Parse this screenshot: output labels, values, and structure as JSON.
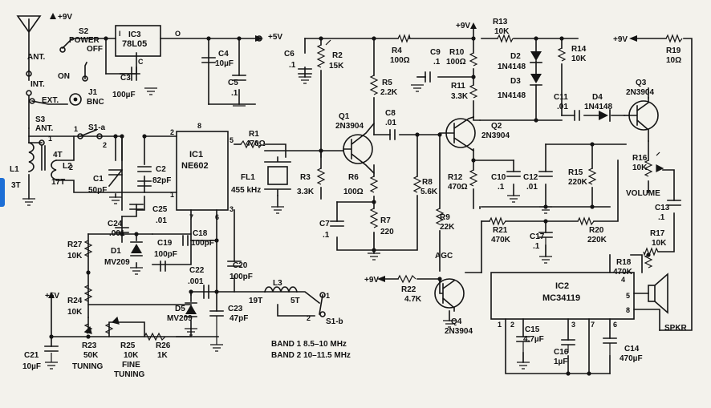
{
  "supply": {
    "vin": "+9V",
    "v5": "+5V"
  },
  "antenna": {
    "ant": "ANT.",
    "int": "INT.",
    "ext": "EXT.",
    "s3": "S3",
    "s3ant": "ANT."
  },
  "power": {
    "s2": "S2",
    "power": "POWER",
    "off": "OFF",
    "on": "ON",
    "j1": "J1",
    "bnc": "BNC"
  },
  "ic3": {
    "ref": "IC3",
    "part": "78L05",
    "pin_i": "I",
    "pin_o": "O",
    "pin_c": "C"
  },
  "ic1": {
    "ref": "IC1",
    "part": "NE602",
    "pins": [
      "8",
      "2",
      "1",
      "5",
      "7",
      "6",
      "3"
    ]
  },
  "ic2": {
    "ref": "IC2",
    "part": "MC34119",
    "pins": [
      "4",
      "5",
      "8",
      "1",
      "2",
      "3",
      "7",
      "6"
    ]
  },
  "coils": {
    "l1": "L1",
    "l1turns": "3T",
    "l2": "L2",
    "l2turns": "4T",
    "l2turns2": "17T",
    "l3": "L3",
    "l3a": "19T",
    "l3b": "5T"
  },
  "switches": {
    "s1a": "S1-a",
    "s1b": "S1-b",
    "s1a_pins": [
      "1",
      "2"
    ],
    "s1b_pins": [
      "1",
      "2"
    ],
    "l1pins": [
      "1",
      "2"
    ]
  },
  "filter": {
    "ref": "FL1",
    "freq": "455 kHz"
  },
  "transistors": [
    {
      "ref": "Q1",
      "part": "2N3904"
    },
    {
      "ref": "Q2",
      "part": "2N3904"
    },
    {
      "ref": "Q3",
      "part": "2N3904"
    },
    {
      "ref": "Q4",
      "part": "2N3904"
    }
  ],
  "diodes": [
    {
      "ref": "D1",
      "part": "MV209"
    },
    {
      "ref": "D2",
      "part": "1N4148"
    },
    {
      "ref": "D3",
      "part": "1N4148"
    },
    {
      "ref": "D4",
      "part": "1N4148"
    },
    {
      "ref": "D5",
      "part": "MV209"
    }
  ],
  "capacitors": {
    "C1": {
      "ref": "C1",
      "val": "50pF"
    },
    "C2": {
      "ref": "C2",
      "val": "82pF"
    },
    "C3": {
      "ref": "C3",
      "val": "100µF"
    },
    "C4": {
      "ref": "C4",
      "val": "10µF"
    },
    "C5": {
      "ref": "C5",
      "val": ".1"
    },
    "C6": {
      "ref": "C6",
      "val": ".1"
    },
    "C7": {
      "ref": "C7",
      "val": ".1"
    },
    "C8": {
      "ref": "C8",
      "val": ".01"
    },
    "C9": {
      "ref": "C9",
      "val": ".1"
    },
    "C10": {
      "ref": "C10",
      "val": ".1"
    },
    "C11": {
      "ref": "C11",
      "val": ".01"
    },
    "C12": {
      "ref": "C12",
      "val": ".01"
    },
    "C13": {
      "ref": "C13",
      "val": ".1"
    },
    "C14": {
      "ref": "C14",
      "val": "470µF"
    },
    "C15": {
      "ref": "C15",
      "val": "4.7µF"
    },
    "C16": {
      "ref": "C16",
      "val": "1µF"
    },
    "C17": {
      "ref": "C17",
      "val": ".1"
    },
    "C18": {
      "ref": "C18",
      "val": "100pF"
    },
    "C19": {
      "ref": "C19",
      "val": "100pF"
    },
    "C20": {
      "ref": "C20",
      "val": "100pF"
    },
    "C21": {
      "ref": "C21",
      "val": "10µF"
    },
    "C22": {
      "ref": "C22",
      "val": ".001"
    },
    "C23": {
      "ref": "C23",
      "val": "47pF"
    },
    "C24": {
      "ref": "C24",
      "val": ".001"
    },
    "C25": {
      "ref": "C25",
      "val": ".01"
    }
  },
  "resistors": {
    "R1": {
      "ref": "R1",
      "val": "470Ω"
    },
    "R2": {
      "ref": "R2",
      "val": "15K"
    },
    "R3": {
      "ref": "R3",
      "val": "3.3K"
    },
    "R4": {
      "ref": "R4",
      "val": "100Ω"
    },
    "R5": {
      "ref": "R5",
      "val": "2.2K"
    },
    "R6": {
      "ref": "R6",
      "val": "100Ω"
    },
    "R7": {
      "ref": "R7",
      "val": "220"
    },
    "R8": {
      "ref": "R8",
      "val": "5.6K"
    },
    "R9": {
      "ref": "R9",
      "val": "22K"
    },
    "R10": {
      "ref": "R10",
      "val": "100Ω"
    },
    "R11": {
      "ref": "R11",
      "val": "3.3K"
    },
    "R12": {
      "ref": "R12",
      "val": "470Ω"
    },
    "R13": {
      "ref": "R13",
      "val": "10K"
    },
    "R14": {
      "ref": "R14",
      "val": "10K"
    },
    "R15": {
      "ref": "R15",
      "val": "220K"
    },
    "R16": {
      "ref": "R16",
      "val": "10K"
    },
    "R17": {
      "ref": "R17",
      "val": "10K"
    },
    "R18": {
      "ref": "R18",
      "val": "470K"
    },
    "R19": {
      "ref": "R19",
      "val": "10Ω"
    },
    "R20": {
      "ref": "R20",
      "val": "220K"
    },
    "R21": {
      "ref": "R21",
      "val": "470K"
    },
    "R22": {
      "ref": "R22",
      "val": "4.7K"
    },
    "R23": {
      "ref": "R23",
      "val": "50K"
    },
    "R24": {
      "ref": "R24",
      "val": "10K"
    },
    "R25": {
      "ref": "R25",
      "val": "10K"
    },
    "R26": {
      "ref": "R26",
      "val": "1K"
    },
    "R27": {
      "ref": "R27",
      "val": "10K"
    }
  },
  "labels": {
    "volume": "VOLUME",
    "agc": "AGC",
    "spkr": "SPKR",
    "tuning": "TUNING",
    "fine": "FINE",
    "fine_tuning": "TUNING",
    "band1": "BAND 1 8.5–10 MHz",
    "band2": "BAND 2 10–11.5 MHz"
  }
}
